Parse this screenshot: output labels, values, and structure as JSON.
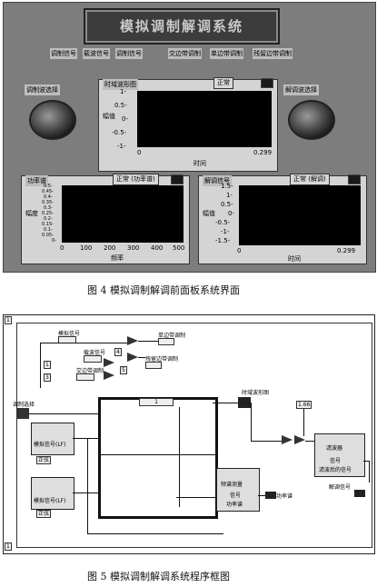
{
  "front_panel": {
    "title": "模拟调制解调系统",
    "signal_labels": [
      "调制信号",
      "载波信号",
      "调制信号",
      "交边带调制",
      "单边带调制",
      "残留边带调制"
    ],
    "left_knob_label": "调制波选择",
    "right_knob_label": "解调波选择",
    "time_graph": {
      "title": "时域波形图",
      "status": "正常",
      "y_label": "幅值",
      "x_label": "时间",
      "y_ticks": [
        "1-",
        "0.5-",
        "0-",
        "-0.5-",
        "-1-"
      ],
      "x_ticks": [
        "0",
        "0.299"
      ]
    },
    "spectrum_graph": {
      "title": "功率谱",
      "status": "正常 (功率谱)",
      "y_label": "幅度",
      "x_label": "频率",
      "y_ticks": [
        "0.5-",
        "0.45-",
        "0.4-",
        "0.35-",
        "0.3-",
        "0.25-",
        "0.2-",
        "0.15-",
        "0.1-",
        "0.05-",
        "0-"
      ],
      "x_ticks": [
        "0",
        "100",
        "200",
        "300",
        "400",
        "500"
      ]
    },
    "demod_graph": {
      "title": "解调信号",
      "status": "正常 (解调)",
      "y_label": "幅值",
      "x_label": "时间",
      "y_ticks": [
        "1.5-",
        "1-",
        "0.5-",
        "0-",
        "-0.5-",
        "-1-",
        "-1.5-"
      ],
      "x_ticks": [
        "0",
        "0.299"
      ]
    }
  },
  "caption4": "图 4   模拟调制解调前面板系统界面",
  "block_diagram": {
    "corner_top": "1",
    "corner_bottom": "1",
    "labels": {
      "sim_signal": "模拟信号",
      "carrier": "载波信号",
      "ac_sideband": "交边带调制",
      "ssb": "单边带调制",
      "vsb": "残留边带调制",
      "mod_select": "调制选择",
      "time_wave": "时域波形图",
      "power": "功率谱",
      "demod_signal": "解调信号",
      "case_sel": "1",
      "const_val": "1.66",
      "const_4": "4",
      "const_5": "5",
      "const_1": "1",
      "const_3": "3",
      "sim_sig_block": "模拟信号(LF)",
      "sim_sig_status": "正弦",
      "sim_sig_block2": "模拟信号(LF)",
      "sim_sig_status2": "正弦",
      "spectrum_block": "频谱测量",
      "spectrum_sub1": "信号",
      "spectrum_sub2": "功率谱",
      "filter_block": "滤波器",
      "filter_sub1": "信号",
      "filter_sub2": "滤波后的信号"
    }
  },
  "caption5": "图 5   模拟调制解调系统程序框图"
}
